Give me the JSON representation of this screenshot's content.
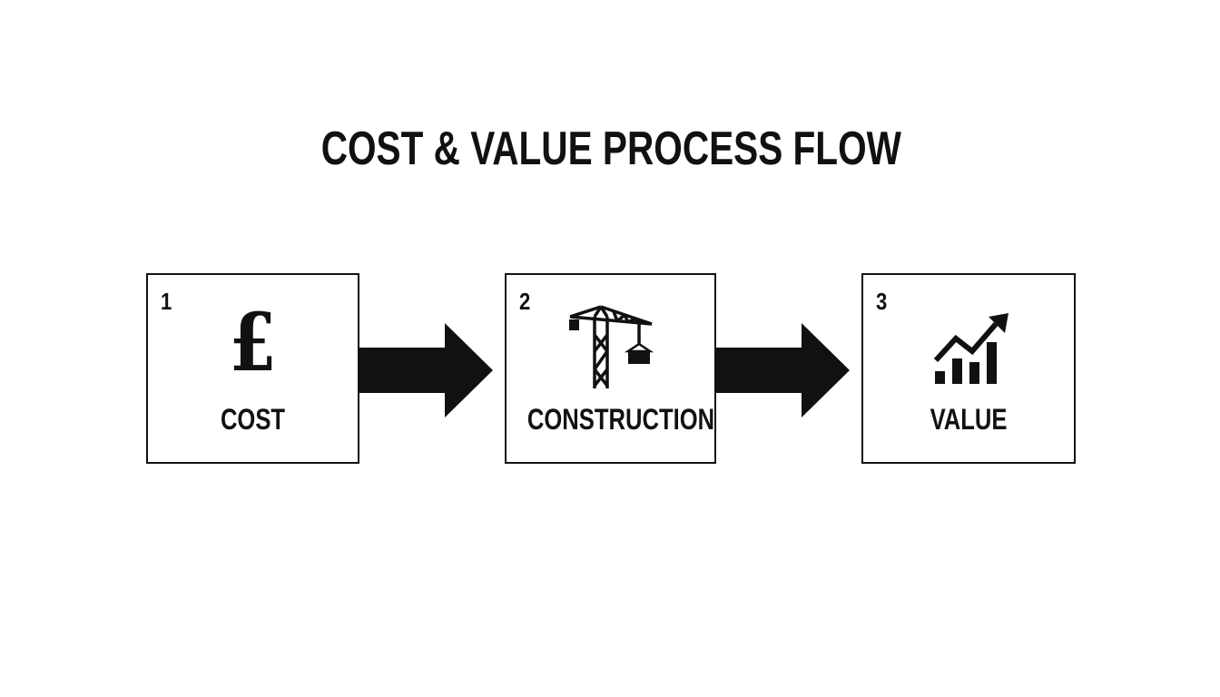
{
  "title": "COST & VALUE PROCESS FLOW",
  "steps": [
    {
      "number": "1",
      "label": "COST",
      "icon": "pound-icon",
      "glyph": "£"
    },
    {
      "number": "2",
      "label": "CONSTRUCTION",
      "icon": "crane-icon"
    },
    {
      "number": "3",
      "label": "VALUE",
      "icon": "growth-chart-icon"
    }
  ],
  "colors": {
    "ink": "#111111",
    "background": "#ffffff"
  }
}
